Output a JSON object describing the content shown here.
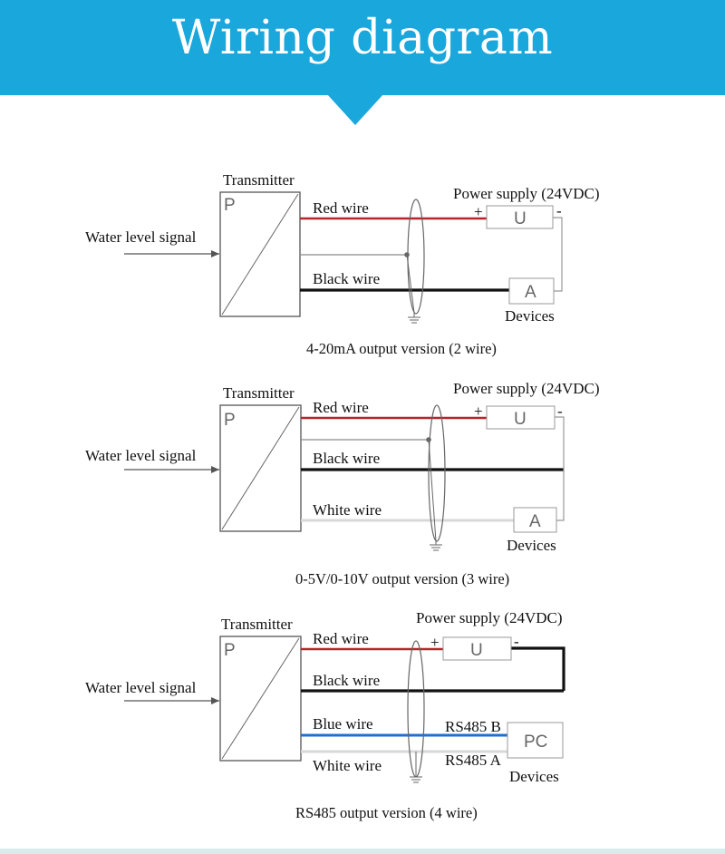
{
  "header": {
    "title": "Wiring diagram"
  },
  "colors": {
    "banner": "#1aa7dc",
    "red_wire": "#b5262b",
    "black_wire": "#111111",
    "blue_wire": "#1f6fd1",
    "white_wire": "#d8d8d8",
    "gray_line": "#8a8a8a"
  },
  "sections": [
    {
      "transmitter_label": "Transmitter",
      "box_letter": "P",
      "input_label": "Water level signal",
      "wires": [
        "Red wire",
        "Black wire"
      ],
      "power_label": "Power supply (24VDC)",
      "plus": "+",
      "minus": "-",
      "u_label": "U",
      "device_box": "A",
      "devices_label": "Devices",
      "caption": "4-20mA output version (2 wire)"
    },
    {
      "transmitter_label": "Transmitter",
      "box_letter": "P",
      "input_label": "Water level signal",
      "wires": [
        "Red wire",
        "Black wire",
        "White wire"
      ],
      "power_label": "Power supply (24VDC)",
      "plus": "+",
      "minus": "-",
      "u_label": "U",
      "device_box": "A",
      "devices_label": "Devices",
      "caption": "0-5V/0-10V output version (3 wire)"
    },
    {
      "transmitter_label": "Transmitter",
      "box_letter": "P",
      "input_label": "Water level signal",
      "wires": [
        "Red wire",
        "Black wire",
        "Blue wire",
        "White wire"
      ],
      "power_label": "Power supply (24VDC)",
      "plus": "+",
      "minus": "-",
      "u_label": "U",
      "rs485_b": "RS485 B",
      "rs485_a": "RS485 A",
      "device_box": "PC",
      "devices_label": "Devices",
      "caption": "RS485 output version (4 wire)"
    }
  ]
}
